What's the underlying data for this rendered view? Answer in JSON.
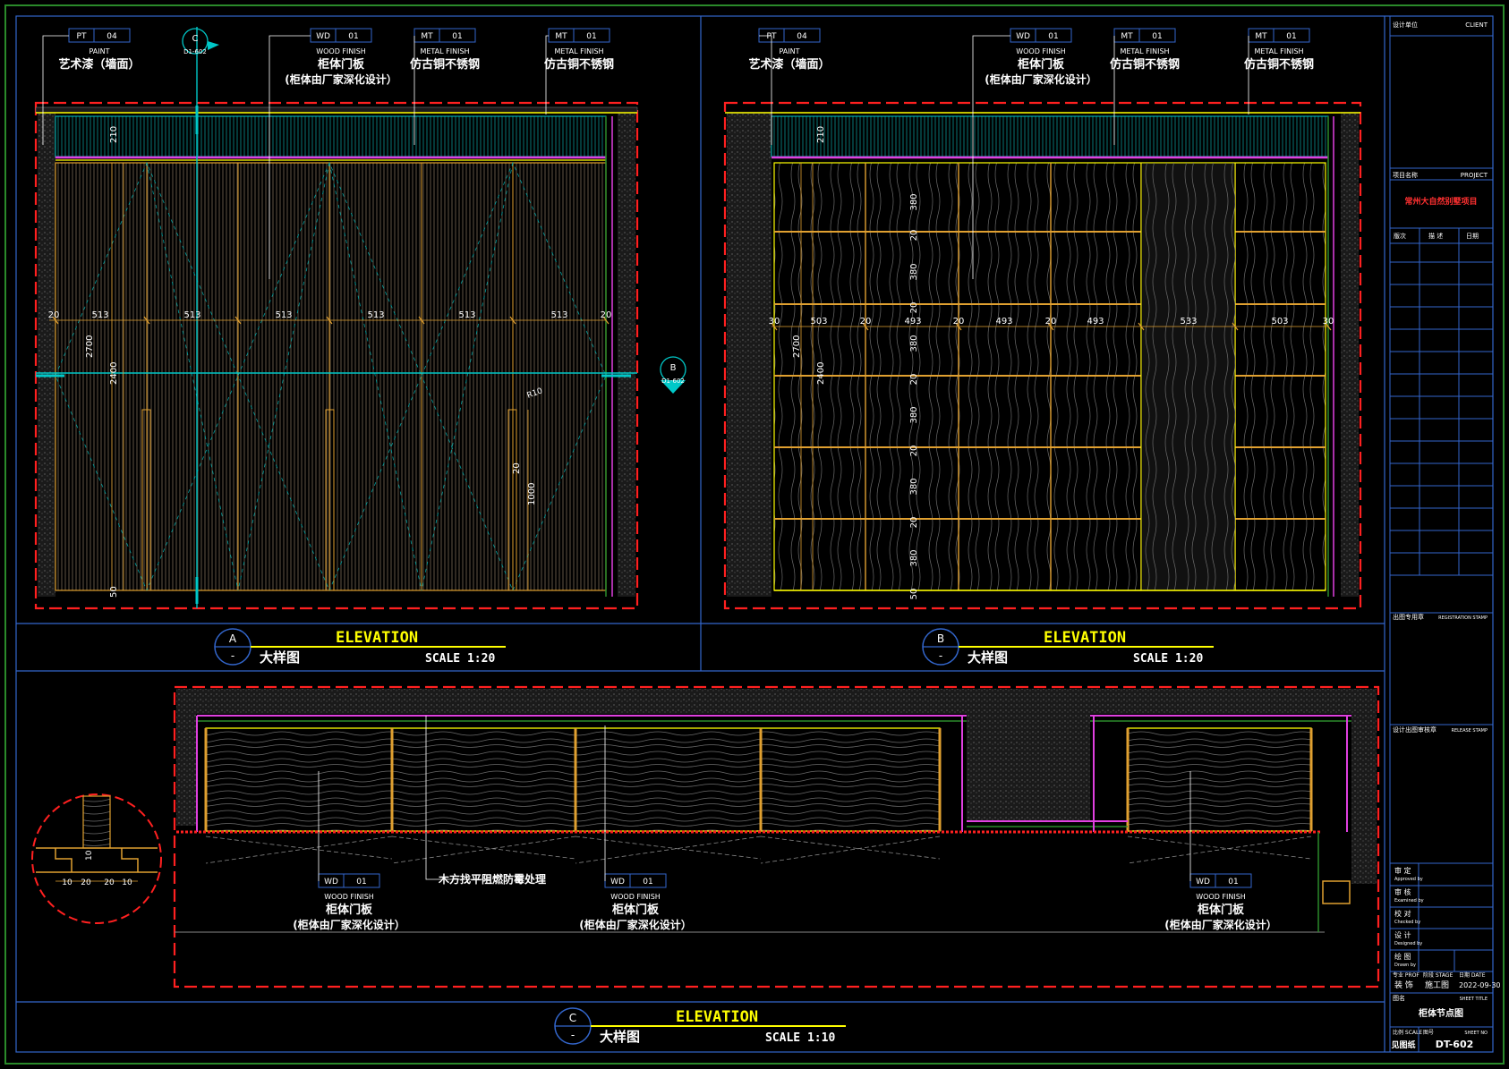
{
  "drawing": {
    "colors": {
      "background": "#000000",
      "frame": "#2a8a2a",
      "border": "#3366cc",
      "cut": "#ff2020",
      "gold": "#e0a030",
      "yellow": "#ffff00",
      "cyan": "#00c8c8",
      "magenta": "#e040e0",
      "white": "#ffffff",
      "panel": "#8a6a40"
    }
  },
  "elevation_a": {
    "tags": [
      {
        "code": "PT",
        "num": "04",
        "en": "PAINT",
        "zh": "艺术漆（墙面）",
        "zh2": ""
      },
      {
        "code": "WD",
        "num": "01",
        "en": "WOOD FINISH",
        "zh": "柜体门板",
        "zh2": "(柜体由厂家深化设计）"
      },
      {
        "code": "MT",
        "num": "01",
        "en": "METAL FINISH",
        "zh": "仿古铜不锈钢",
        "zh2": ""
      },
      {
        "code": "MT",
        "num": "01",
        "en": "METAL FINISH",
        "zh": "仿古铜不锈钢",
        "zh2": ""
      }
    ],
    "section_c": {
      "letter": "C",
      "ref": "D1-602"
    },
    "section_b": {
      "letter": "B",
      "ref": "D1-602"
    },
    "horiz_dims": [
      "20",
      "513",
      "513",
      "513",
      "513",
      "513",
      "513",
      "20"
    ],
    "vert_dims": [
      "2700",
      "2400",
      "210",
      "20",
      "1000",
      "50"
    ],
    "radius": "R10",
    "title": {
      "letter": "A",
      "dash": "-",
      "name": "ELEVATION",
      "sub": "大样图",
      "scale": "SCALE 1:20"
    }
  },
  "elevation_b": {
    "tags": [
      {
        "code": "PT",
        "num": "04",
        "en": "PAINT",
        "zh": "艺术漆（墙面）",
        "zh2": ""
      },
      {
        "code": "WD",
        "num": "01",
        "en": "WOOD FINISH",
        "zh": "柜体门板",
        "zh2": "(柜体由厂家深化设计）"
      },
      {
        "code": "MT",
        "num": "01",
        "en": "METAL FINISH",
        "zh": "仿古铜不锈钢",
        "zh2": ""
      },
      {
        "code": "MT",
        "num": "01",
        "en": "METAL FINISH",
        "zh": "仿古铜不锈钢",
        "zh2": ""
      }
    ],
    "horiz_dims": [
      "30",
      "503",
      "20",
      "493",
      "20",
      "493",
      "20",
      "493",
      "533",
      "503",
      "30"
    ],
    "shelf_dims": [
      "380",
      "20",
      "380",
      "20",
      "380",
      "20",
      "380",
      "20",
      "380",
      "20",
      "380",
      "50"
    ],
    "vert_dims": [
      "2700",
      "2400",
      "210"
    ],
    "title": {
      "letter": "B",
      "dash": "-",
      "name": "ELEVATION",
      "sub": "大样图",
      "scale": "SCALE 1:20"
    }
  },
  "elevation_c": {
    "tags": [
      {
        "code": "WD",
        "num": "01",
        "en": "WOOD FINISH",
        "zh": "柜体门板",
        "zh2": "(柜体由厂家深化设计）"
      },
      {
        "code": "WD",
        "num": "01",
        "en": "WOOD FINISH",
        "zh": "柜体门板",
        "zh2": "(柜体由厂家深化设计）"
      },
      {
        "code": "WD",
        "num": "01",
        "en": "WOOD FINISH",
        "zh": "柜体门板",
        "zh2": "(柜体由厂家深化设计）"
      }
    ],
    "note": "木方找平阻燃防霉处理",
    "detail_dims": [
      "10",
      "20",
      "20",
      "10",
      "10"
    ],
    "title": {
      "letter": "C",
      "dash": "-",
      "name": "ELEVATION",
      "sub": "大样图",
      "scale": "SCALE 1:10"
    }
  },
  "title_block": {
    "client_zh": "设计单位",
    "client_en": "CLIENT",
    "project_zh": "项目名称",
    "project_en": "PROJECT",
    "project_name": "常州大自然别墅项目",
    "rev_cols": [
      "版次",
      "描 述",
      "日期"
    ],
    "reg_stamp_zh": "出图专用章",
    "reg_stamp_en": "REGISTRATION STAMP",
    "release_zh": "设计出图审核章",
    "release_en": "RELEASE STAMP",
    "approvals": [
      {
        "zh": "审 定",
        "en": "Approved by"
      },
      {
        "zh": "审 核",
        "en": "Examined by"
      },
      {
        "zh": "校 对",
        "en": "Checked by"
      },
      {
        "zh": "设 计",
        "en": "Designed by"
      },
      {
        "zh": "绘 图",
        "en": "Drawn by"
      }
    ],
    "major_label": "专业 PROF",
    "major_value": "装 饰",
    "stage_label": "阶段 STAGE",
    "stage_value": "施工图",
    "date_label": "日期 DATE",
    "date_value": "2022-09-30",
    "sheet_title_label": "图名",
    "sheet_title_en": "SHEET TITLE",
    "sheet_title": "柜体节点图",
    "scale_label": "比例 SCALE",
    "scale_value": "见图纸",
    "sheet_no_label": "图号",
    "sheet_no_en": "SHEET NO",
    "sheet_no": "DT-602"
  }
}
